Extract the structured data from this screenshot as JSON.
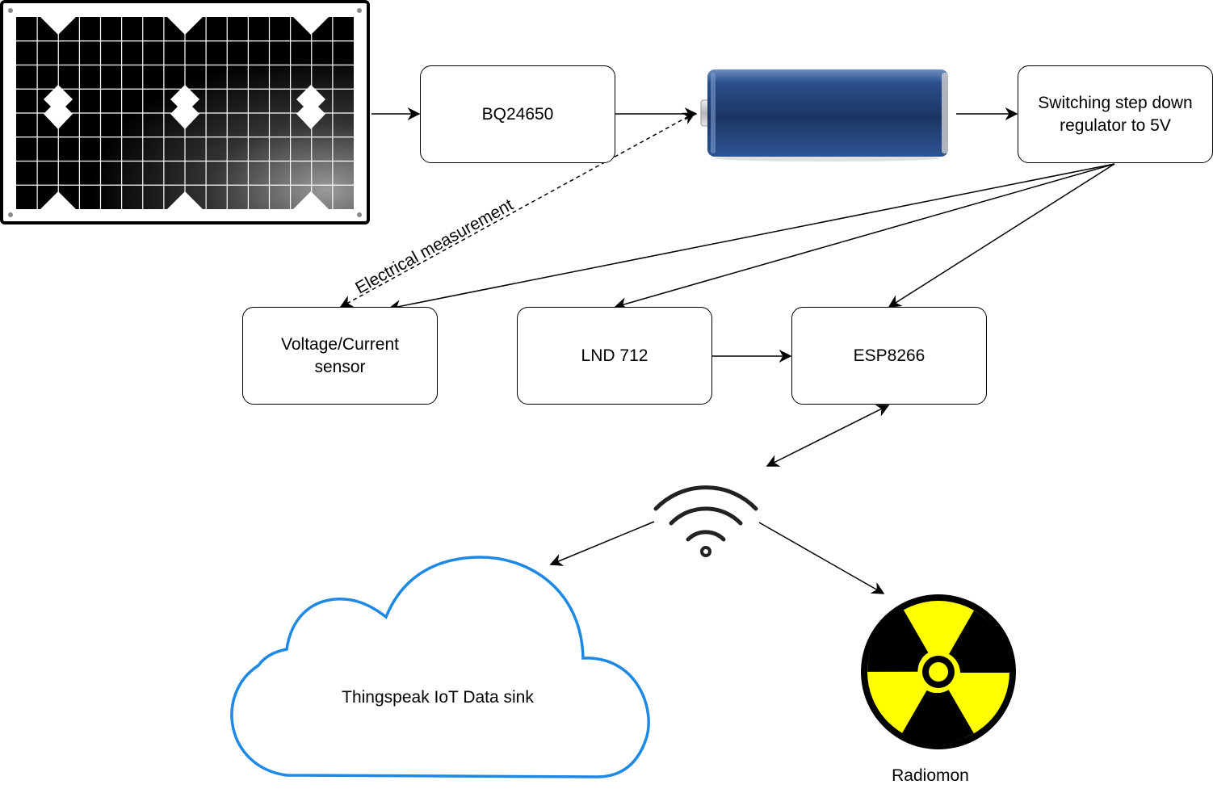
{
  "nodes": {
    "charger": {
      "label": "BQ24650"
    },
    "regulator": {
      "line1": "Switching step down",
      "line2": "regulator to 5V"
    },
    "sensor": {
      "line1": "Voltage/Current",
      "line2": "sensor"
    },
    "geiger_tube": {
      "label": "LND 712"
    },
    "mcu": {
      "label": "ESP8266"
    },
    "cloud": {
      "label": "Thingspeak IoT Data sink"
    },
    "radiomon": {
      "label": "Radiomon"
    }
  },
  "edges": {
    "measurement": {
      "label": "Electrical measurement"
    }
  },
  "icons": {
    "solar_panel": "solar-panel-icon",
    "battery": "battery-icon",
    "wifi": "wifi-icon",
    "cloud": "cloud-icon",
    "radiation": "radiation-icon"
  },
  "colors": {
    "cloud_stroke": "#1E88E5",
    "radiation_yellow": "#FFFF00",
    "battery_blue": "#1F3A6B",
    "line": "#000000"
  }
}
